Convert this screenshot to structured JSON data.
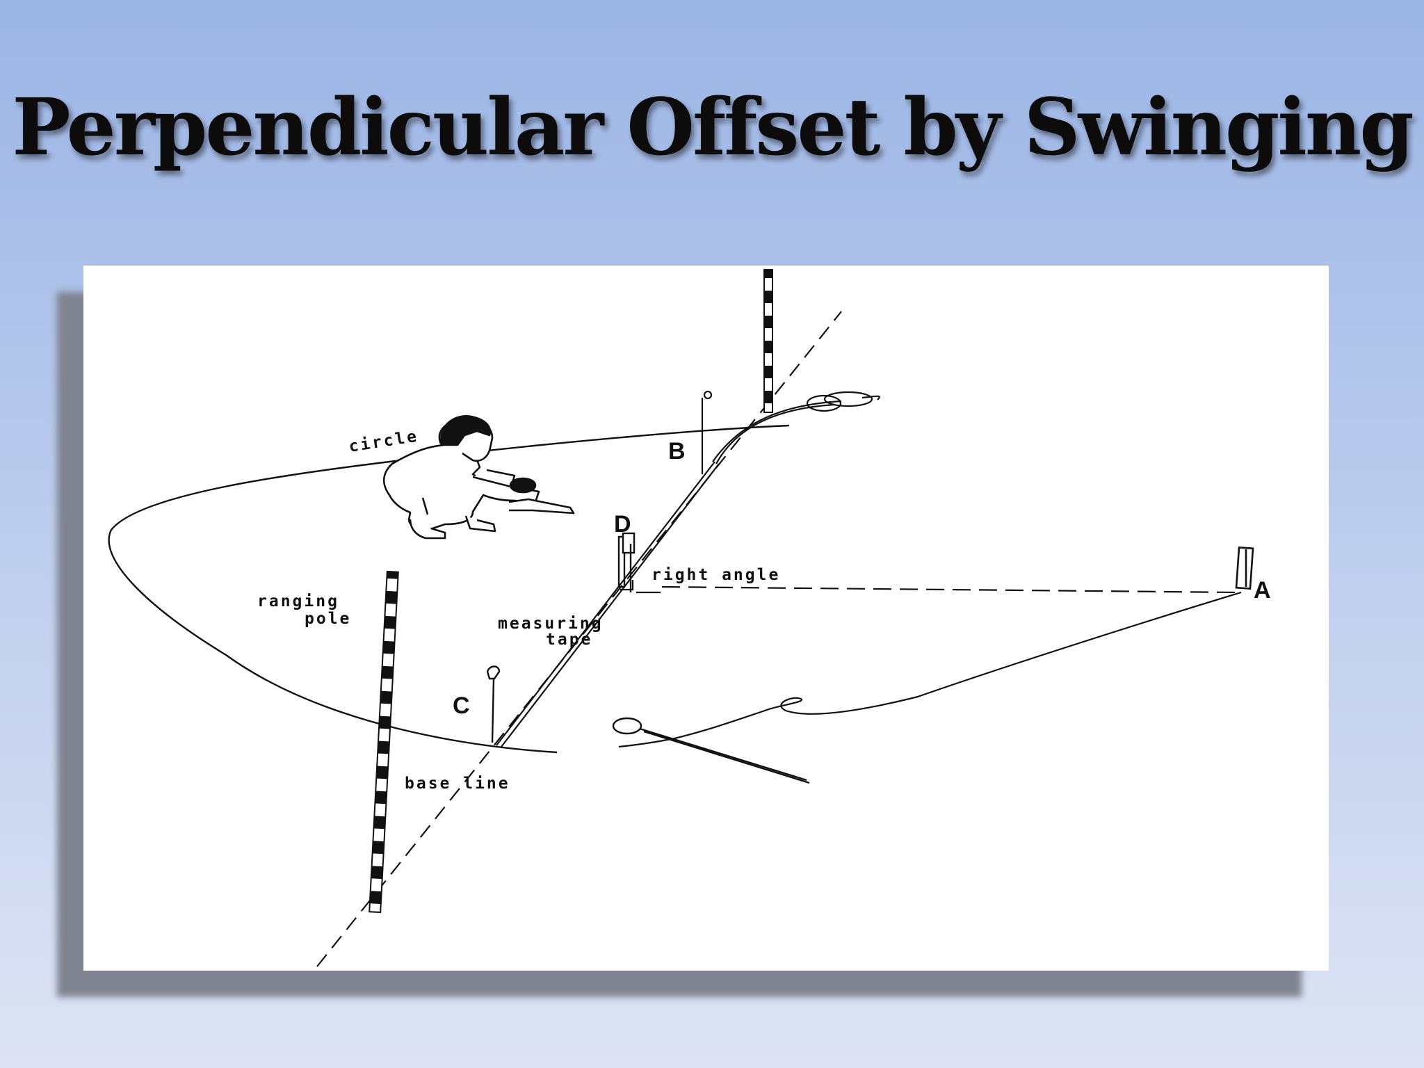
{
  "slide": {
    "title": "Perpendicular Offset by Swinging"
  },
  "figure": {
    "labels": {
      "circle": "circle",
      "ranging_pole_line1": "ranging",
      "ranging_pole_line2": "pole",
      "right_angle": "right angle",
      "measuring_tape_line1": "measuring",
      "measuring_tape_line2": "tape",
      "base_line": "base line"
    },
    "points": {
      "a": "A",
      "b": "B",
      "c": "C",
      "d": "D"
    },
    "colors": {
      "ink": "#111111",
      "panel": "#ffffff"
    }
  }
}
